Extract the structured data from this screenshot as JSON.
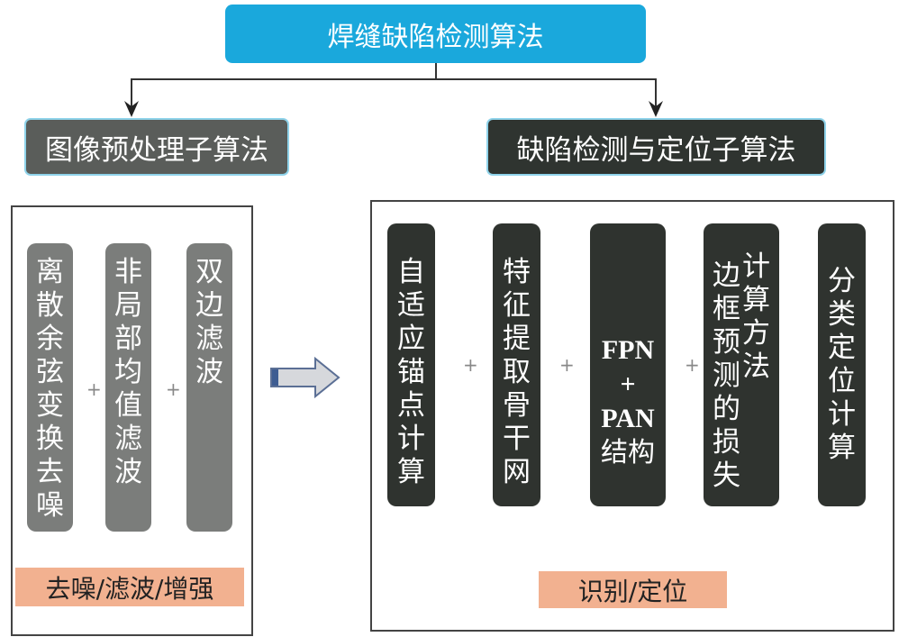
{
  "title": "焊缝缺陷检测算法",
  "left_branch": {
    "title": "图像预处理子算法",
    "steps": [
      "离散余弦变换去噪",
      "非局部均值滤波",
      "双边滤波"
    ],
    "plus": "+",
    "result": "去噪/滤波/增强"
  },
  "right_branch": {
    "title": "缺陷检测与定位子算法",
    "steps": [
      "自适应锚点计算",
      "特征提取骨干网",
      "FPN",
      "+",
      "PAN",
      "结构",
      "边框预测的损失",
      "计算方法",
      "分类定位计算"
    ],
    "plus": "+",
    "result": "识别/定位"
  },
  "colors": {
    "title_bg": "#1aa8dc",
    "left_bg": "#5a5d5a",
    "right_bg": "#2f3430",
    "label_bg": "#f2b190"
  }
}
